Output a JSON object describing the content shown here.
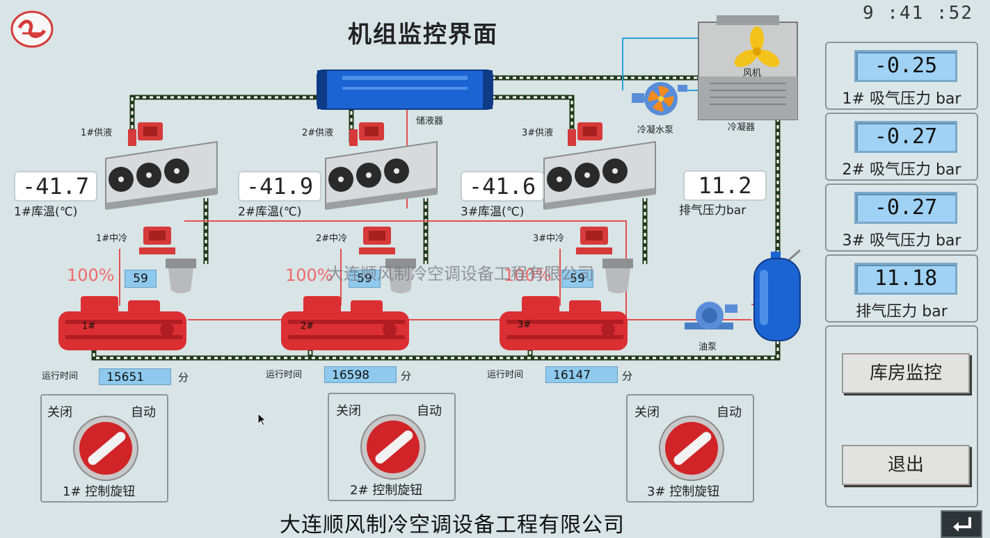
{
  "header": {
    "title": "机组监控界面",
    "clock": "9 :41 :52"
  },
  "equipment": {
    "receiver_label": "储液器",
    "pump_label": "冷凝水泵",
    "condenser_label": "冷凝器",
    "fan_label": "风机",
    "oil_pump_label": "油泵"
  },
  "units": [
    {
      "supply_label": "1#供液",
      "temp": "-41.7",
      "temp_label": "1#库温(℃)",
      "mid_label": "1#中冷",
      "load_pct": "100%",
      "value": "59",
      "comp_num": "1#",
      "run_label": "运行时间",
      "run_time": "15651",
      "run_unit": "分",
      "knob_left": "关闭",
      "knob_right": "自动",
      "knob_label": "1# 控制旋钮"
    },
    {
      "supply_label": "2#供液",
      "temp": "-41.9",
      "temp_label": "2#库温(℃)",
      "mid_label": "2#中冷",
      "load_pct": "100%",
      "value": "59",
      "comp_num": "2#",
      "run_label": "运行时间",
      "run_time": "16598",
      "run_unit": "分",
      "knob_left": "关闭",
      "knob_right": "自动",
      "knob_label": "2# 控制旋钮"
    },
    {
      "supply_label": "3#供液",
      "temp": "-41.6",
      "temp_label": "3#库温(℃)",
      "mid_label": "3#中冷",
      "load_pct": "100%",
      "value": "59",
      "comp_num": "3#",
      "run_label": "运行时间",
      "run_time": "16147",
      "run_unit": "分",
      "knob_left": "关闭",
      "knob_right": "自动",
      "knob_label": "3# 控制旋钮"
    }
  ],
  "discharge": {
    "value": "11.2",
    "label": "排气压力bar"
  },
  "sidebar": {
    "readings": [
      {
        "value": "-0.25",
        "label": "1# 吸气压力 bar"
      },
      {
        "value": "-0.27",
        "label": "2# 吸气压力 bar"
      },
      {
        "value": "-0.27",
        "label": "3# 吸气压力 bar"
      },
      {
        "value": "11.18",
        "label": "排气压力 bar"
      }
    ],
    "buttons": {
      "monitor": "库房监控",
      "exit": "退出"
    }
  },
  "watermark": "大连顺风制冷空调设备工程有限公司",
  "footer": {
    "company": "大连顺风制冷空调设备工程有限公司"
  },
  "colors": {
    "pipe": "#1f3a18",
    "refrigerant_line": "#e0504f",
    "water_line": "#2aa0d8",
    "compressor": "#dc2f33",
    "receiver": "#1b64d3",
    "display": "#9fd2f5"
  }
}
